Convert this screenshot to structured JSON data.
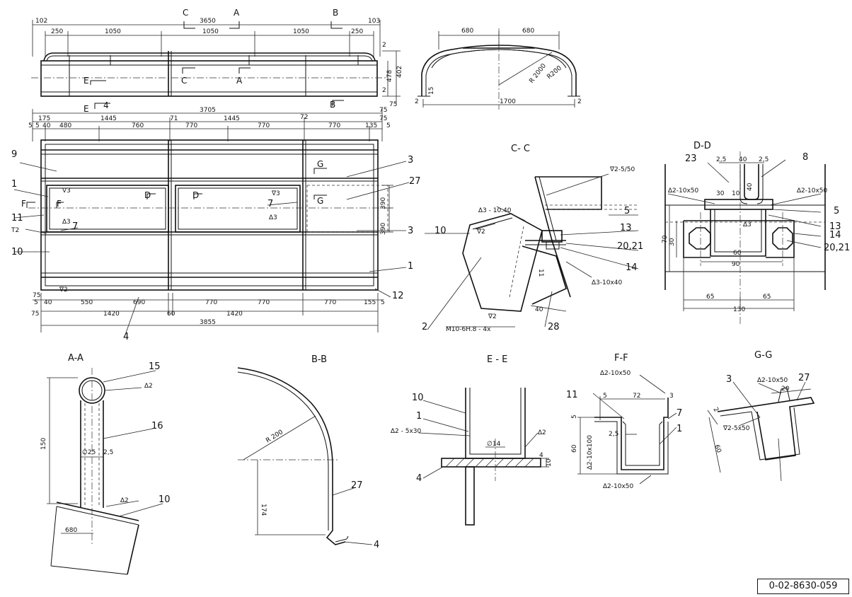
{
  "sections": {
    "cc": "C- C",
    "dd": "D-D",
    "aa": "A-A",
    "bb": "B-B",
    "ee": "E - E",
    "ff": "F-F",
    "gg": "G-G"
  },
  "cut_marks": {
    "c": "C",
    "a": "A",
    "b": "B",
    "e": "E",
    "d": "D",
    "f": "F",
    "g": "G"
  },
  "top_view": {
    "dims": [
      "102",
      "3650",
      "103",
      "250",
      "1050",
      "1050",
      "1050",
      "250",
      "2",
      "402",
      "478",
      "2",
      "75"
    ],
    "part": "4"
  },
  "arch_view": {
    "dims": [
      "680",
      "680",
      "R 2000",
      "R200",
      "15",
      "1700",
      "2",
      "2"
    ]
  },
  "plan_view": {
    "top_dims": [
      "3705",
      "75",
      "175",
      "1445",
      "71",
      "1445",
      "72",
      "75",
      "5",
      "5",
      "40",
      "480",
      "760",
      "770",
      "770",
      "770",
      "135",
      "5"
    ],
    "bottom_dims": [
      "75",
      "5",
      "40",
      "550",
      "690",
      "770",
      "770",
      "770",
      "155",
      "5",
      "1420",
      "60",
      "1420",
      "3855",
      "75"
    ],
    "side_dims": [
      "390",
      "390"
    ],
    "weld": [
      "∇3",
      "∆3",
      "∆3",
      "∇3",
      "∇2"
    ],
    "parts": [
      "9",
      "1",
      "11",
      "T2",
      "10",
      "7",
      "7",
      "3",
      "27",
      "3",
      "1",
      "12",
      "4"
    ]
  },
  "section_cc": {
    "labels": [
      "∇2-5/50",
      "∆3 - 10.40",
      "∇2",
      "∆3-10x40",
      "∇2",
      "M10-6H.8 - 4x",
      "40",
      "11"
    ],
    "parts": [
      "10",
      "5",
      "13",
      "20,21",
      "14",
      "2",
      "28"
    ]
  },
  "section_dd": {
    "labels": [
      "2,5",
      "40",
      "2,5",
      "∆2-10x50",
      "∆2-10x50",
      "30",
      "10",
      "40",
      "∆3",
      "30",
      "70",
      "60",
      "90",
      "65",
      "65",
      "130"
    ],
    "parts": [
      "23",
      "8",
      "5",
      "13",
      "14",
      "20,21"
    ]
  },
  "section_aa": {
    "labels": [
      "∆2",
      "150",
      "∅25",
      "2,5",
      "∆2",
      "680"
    ],
    "parts": [
      "15",
      "16",
      "10"
    ]
  },
  "section_bb": {
    "labels": [
      "R 200",
      "174"
    ],
    "parts": [
      "27",
      "4"
    ]
  },
  "section_ee": {
    "labels": [
      "∆2 - 5x30",
      "∅14",
      "∆2",
      "4",
      "10"
    ],
    "parts": [
      "10",
      "1",
      "4"
    ]
  },
  "section_ff": {
    "labels": [
      "∆2-10x50",
      "5",
      "72",
      "3",
      "5",
      "2,5",
      "60",
      "∆2-10x100",
      "∆2-10x50"
    ],
    "parts": [
      "11",
      "7",
      "1"
    ]
  },
  "section_gg": {
    "labels": [
      "∆2-10x50",
      "20",
      "2",
      "∇2-5x50",
      "60"
    ],
    "parts": [
      "3",
      "27"
    ]
  },
  "drawing_number": "0-02-8630-059"
}
